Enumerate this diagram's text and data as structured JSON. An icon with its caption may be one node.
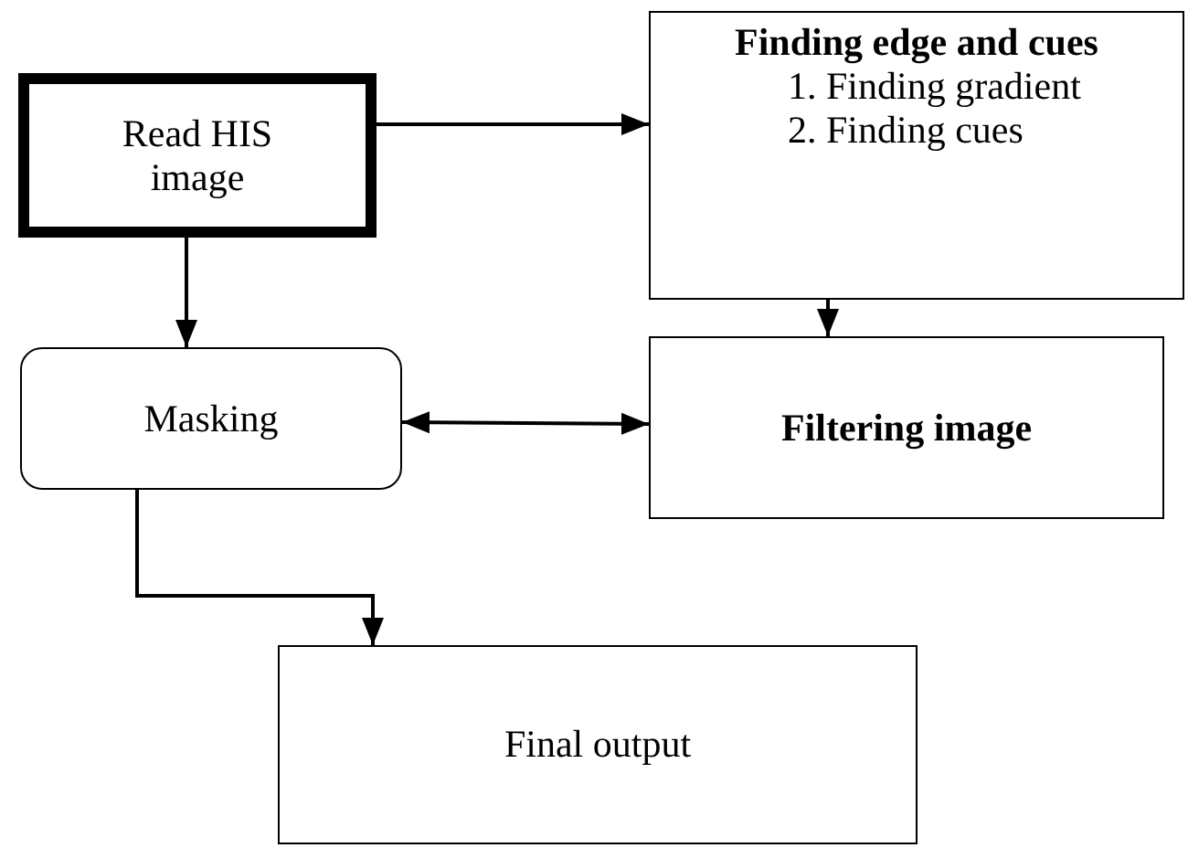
{
  "diagram": {
    "nodes": [
      {
        "text": [
          "Read HIS image"
        ]
      },
      {
        "text": [
          "Finding edge and cues",
          "1. Finding gradient",
          "2. Finding cues"
        ]
      },
      {
        "text": [
          "Masking"
        ]
      },
      {
        "text": [
          "Filtering image"
        ]
      },
      {
        "text": [
          "Final output"
        ]
      }
    ],
    "edges": [
      {
        "from": 0,
        "to": 1,
        "arrow": "to"
      },
      {
        "from": 0,
        "to": 2,
        "arrow": "to"
      },
      {
        "from": 1,
        "to": 3,
        "arrow": "to"
      },
      {
        "from": 2,
        "to": 3,
        "arrow": "both"
      },
      {
        "from": 2,
        "to": 4,
        "arrow": "to"
      }
    ]
  }
}
